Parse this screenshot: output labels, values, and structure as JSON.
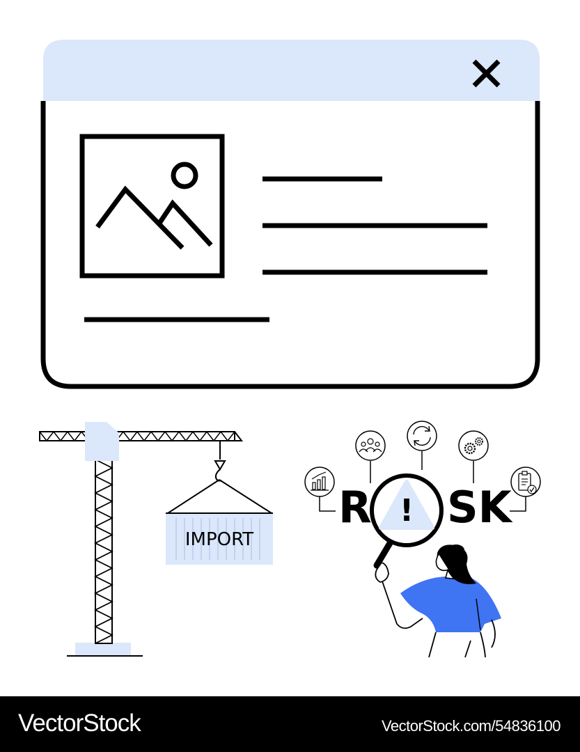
{
  "illustration": {
    "container_label": "IMPORT",
    "risk_word_left": "R",
    "risk_word_right": "SK",
    "alert_symbol": "!",
    "icons": [
      "close-icon",
      "image-placeholder-icon",
      "crane-icon",
      "bar-chart-icon",
      "team-icon",
      "refresh-cycle-icon",
      "gears-icon",
      "clipboard-check-icon",
      "warning-triangle-icon",
      "magnifier-icon"
    ]
  },
  "colors": {
    "accent_light": "#dbe7fa",
    "accent_blue": "#3f74f2",
    "ink": "#000000"
  },
  "watermark": {
    "brand": "VectorStock",
    "url": "VectorStock.com/54836100"
  }
}
